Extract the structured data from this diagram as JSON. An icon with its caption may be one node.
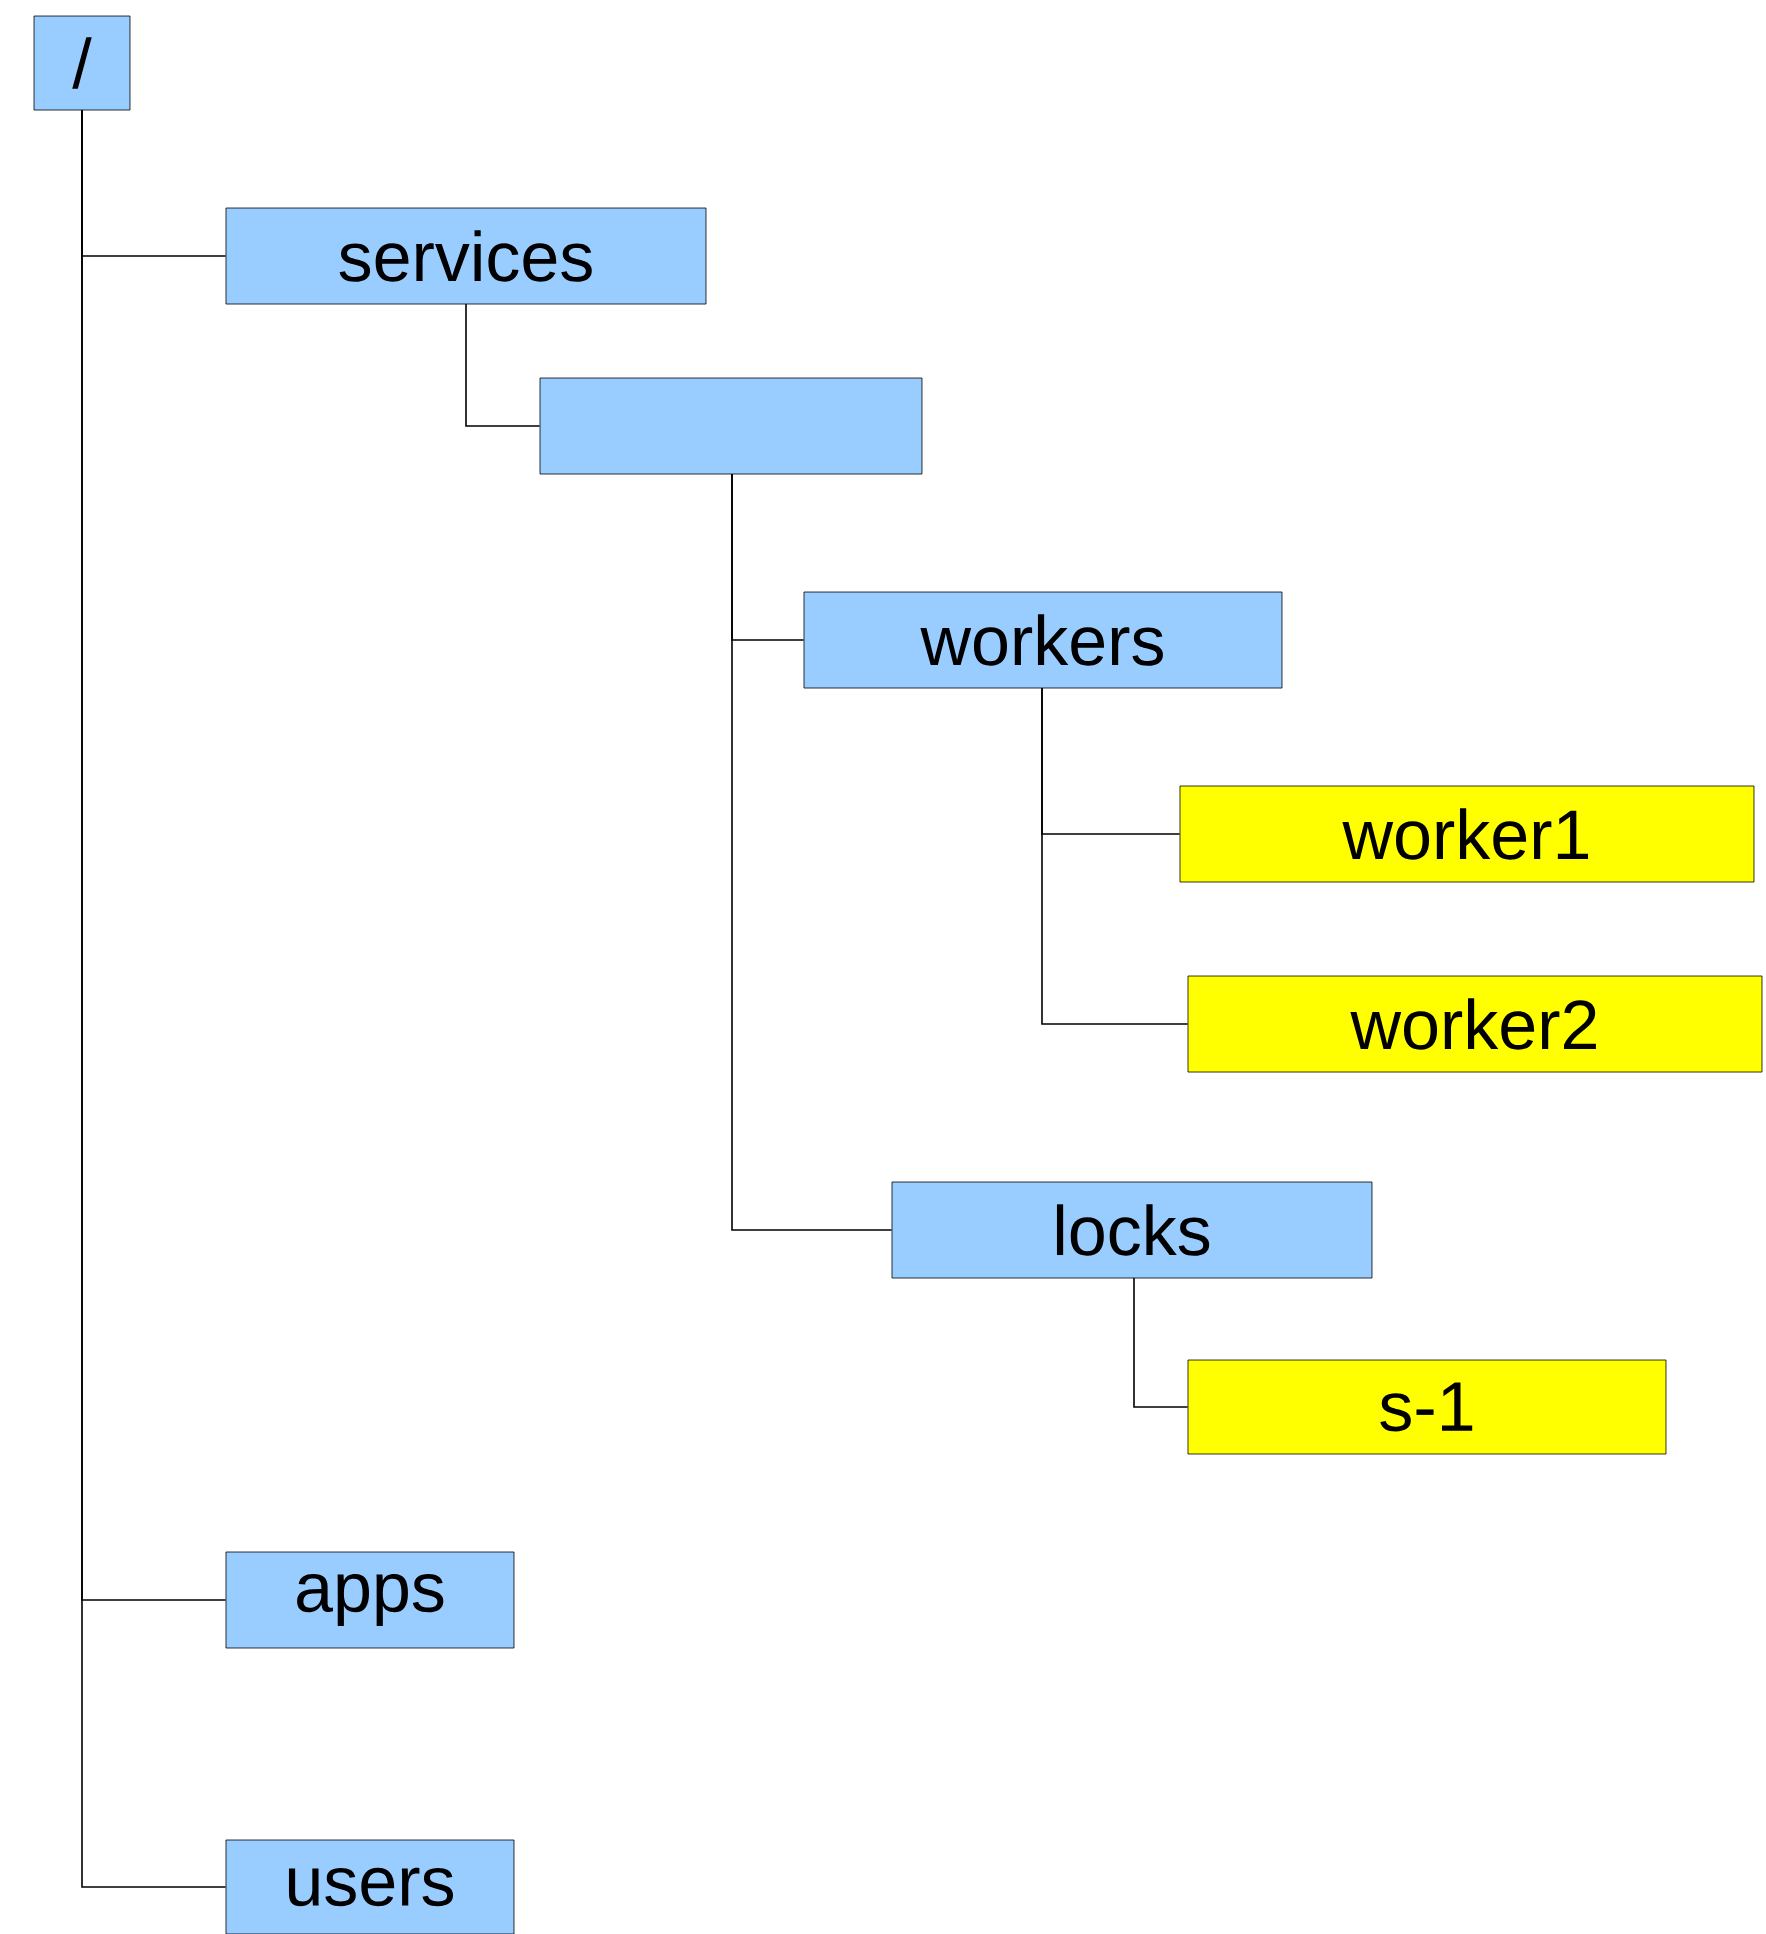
{
  "diagram": {
    "nodes": [
      {
        "text": [
          "/"
        ]
      },
      {
        "text": [
          "services"
        ]
      },
      {
        "text": [],
        "shape": "box"
      },
      {
        "text": [
          "workers"
        ]
      },
      {
        "text": [
          "worker1"
        ]
      },
      {
        "text": [
          "worker2"
        ]
      },
      {
        "text": [
          "locks"
        ]
      },
      {
        "text": [
          "s-1"
        ]
      },
      {
        "text": [
          "apps"
        ]
      },
      {
        "text": [
          "users"
        ]
      }
    ],
    "edges": [
      {
        "from": 0,
        "to": 1,
        "arrow": "none"
      },
      {
        "from": 1,
        "to": 2,
        "arrow": "none"
      },
      {
        "from": 2,
        "to": 3,
        "arrow": "none"
      },
      {
        "from": 3,
        "to": 4,
        "arrow": "none"
      },
      {
        "from": 3,
        "to": 5,
        "arrow": "none"
      },
      {
        "from": 2,
        "to": 6,
        "arrow": "none"
      },
      {
        "from": 6,
        "to": 7,
        "arrow": "none"
      },
      {
        "from": 0,
        "to": 8,
        "arrow": "none"
      },
      {
        "from": 0,
        "to": 9,
        "arrow": "none"
      }
    ]
  }
}
